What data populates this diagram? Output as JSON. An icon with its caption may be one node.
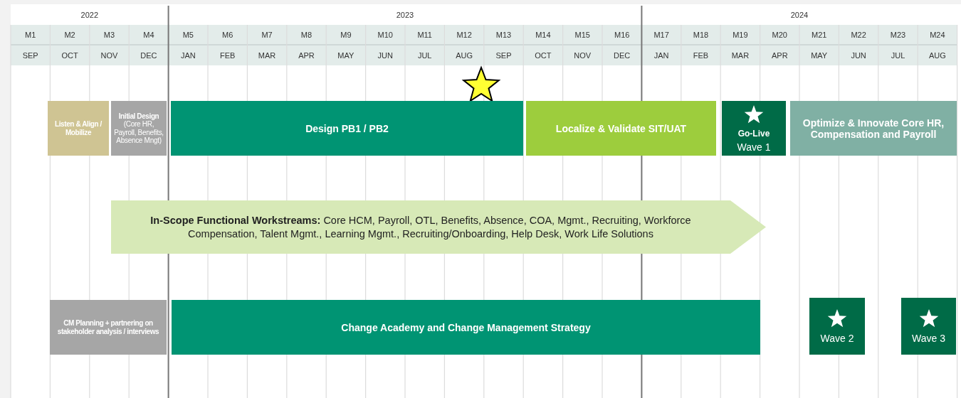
{
  "diagram": {
    "nodes": [
      {
        "text": [
          "Listen & Align / Mobilize"
        ]
      },
      {
        "text": [
          "Initial Design",
          "(Core HR, Payroll, Benefits, Absence Mngt)"
        ]
      },
      {
        "text": [
          "Design PB1 / PB2"
        ]
      },
      {
        "text": [
          "Localize & Validate SIT/UAT"
        ]
      },
      {
        "text": [
          "Go-Live",
          "Wave 1"
        ]
      },
      {
        "text": [
          "Optimize & Innovate Core HR, Compensation and Payroll"
        ]
      },
      {
        "text": [
          "**In-Scope Functional Workstreams:** Core HCM, Payroll, OTL, Benefits, Absence, COA, Mgmt., Recruiting, Workforce Compensation, Talent Mgmt., Learning Mgmt., Recruiting/Onboarding, Help Desk, Work Life Solutions"
        ]
      },
      {
        "text": [
          "CM Planning + partnering on stakeholder analysis / interviews"
        ]
      },
      {
        "text": [
          "Change Academy and Change Management Strategy"
        ]
      },
      {
        "text": [
          "Wave 2"
        ]
      },
      {
        "text": [
          "Wave 3"
        ]
      }
    ],
    "labels": [
      "2022",
      "2023",
      "2024",
      "M1",
      "M2",
      "M3",
      "M4",
      "M5",
      "M6",
      "M7",
      "M8",
      "M9",
      "M10",
      "M11",
      "M12",
      "M13",
      "M14",
      "M15",
      "M16",
      "M17",
      "M18",
      "M19",
      "M20",
      "M21",
      "M22",
      "M23",
      "M24",
      "SEP",
      "OCT",
      "NOV",
      "DEC",
      "JAN",
      "FEB",
      "MAR",
      "APR",
      "MAY",
      "JUN",
      "JUL",
      "AUG",
      "SEP",
      "OCT",
      "NOV",
      "DEC",
      "JAN",
      "FEB",
      "MAR",
      "APR",
      "MAY",
      "JUN",
      "JUL",
      "AUG"
    ]
  }
}
